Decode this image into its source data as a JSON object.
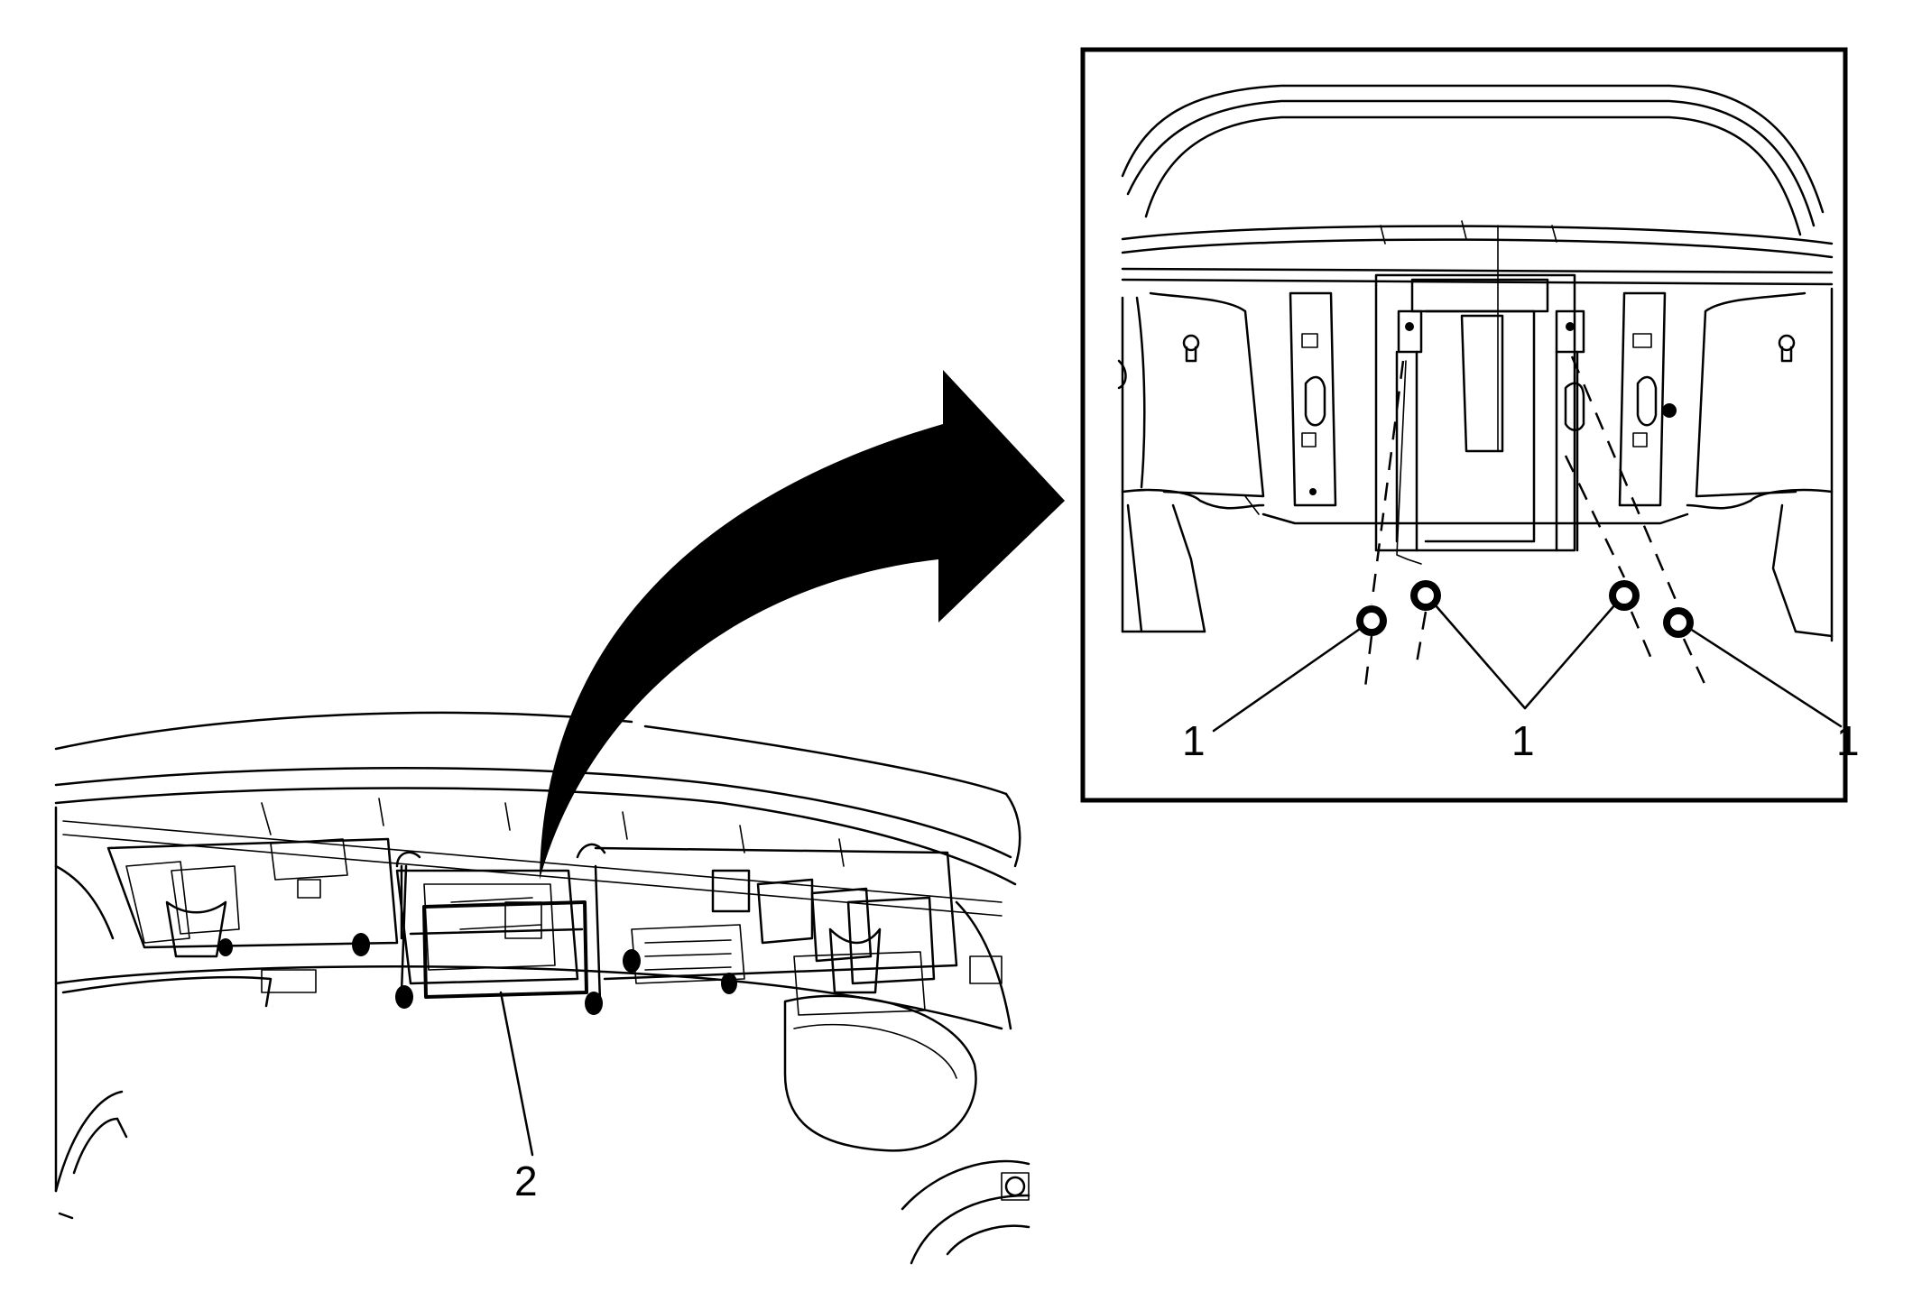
{
  "callouts": {
    "bracket_label": "2",
    "nut_label_left": "1",
    "nut_label_center": "1",
    "nut_label_right": "1"
  },
  "colors": {
    "ink": "#000000",
    "background": "#ffffff"
  },
  "icons": {
    "arrow": "curved-arrow-icon",
    "fastener": "nut-icon"
  }
}
